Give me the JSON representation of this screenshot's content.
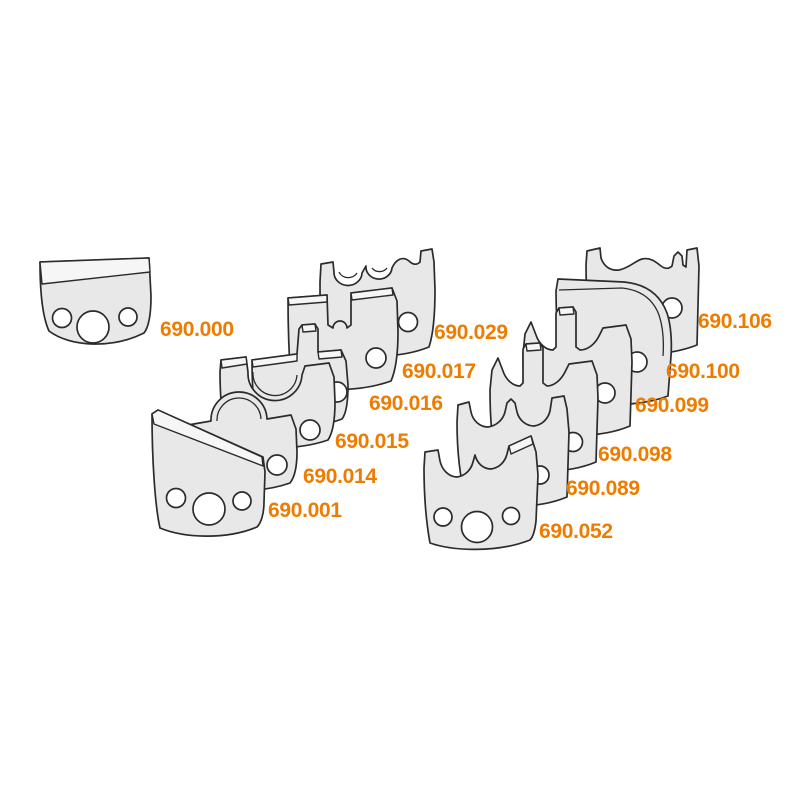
{
  "palette": {
    "label_color": "#EE7C00",
    "knife_face": "#E8E8E8",
    "knife_bevel": "#F6F6F6",
    "outline": "#2B2B2B",
    "hole_fill": "#FFFFFF",
    "background": "#FFFFFF"
  },
  "series_prefix": "690",
  "knives": [
    {
      "id": "690.000",
      "group": "single",
      "visible_holes": 3,
      "profile": "blank square knife"
    },
    {
      "id": "690.029",
      "group": "middle-stack",
      "visible_holes": 1,
      "profile": "double cove with ogee wave"
    },
    {
      "id": "690.017",
      "group": "middle-stack",
      "visible_holes": 1,
      "profile": "flat top with center groove and bead"
    },
    {
      "id": "690.016",
      "group": "middle-stack",
      "visible_holes": 1,
      "profile": "flat top with raised tenon"
    },
    {
      "id": "690.015",
      "group": "middle-stack",
      "visible_holes": 1,
      "profile": "center cove (concave radius)"
    },
    {
      "id": "690.014",
      "group": "middle-stack",
      "visible_holes": 1,
      "profile": "center bullnose (convex radius)"
    },
    {
      "id": "690.001",
      "group": "middle-stack",
      "visible_holes": 3,
      "profile": "angled wedge (chamfer)"
    },
    {
      "id": "690.106",
      "group": "right-stack",
      "visible_holes": 1,
      "profile": "ogee wave with raised ends"
    },
    {
      "id": "690.100",
      "group": "right-stack",
      "visible_holes": 1,
      "profile": "large rounded corner"
    },
    {
      "id": "690.099",
      "group": "right-stack",
      "visible_holes": 1,
      "profile": "ogee with raised center tongue"
    },
    {
      "id": "690.098",
      "group": "right-stack",
      "visible_holes": 1,
      "profile": "ogee with raised center tongue"
    },
    {
      "id": "690.089",
      "group": "right-stack",
      "visible_holes": 1,
      "profile": "double bead wave"
    },
    {
      "id": "690.052",
      "group": "right-stack",
      "visible_holes": 3,
      "profile": "double cove scallop"
    }
  ]
}
